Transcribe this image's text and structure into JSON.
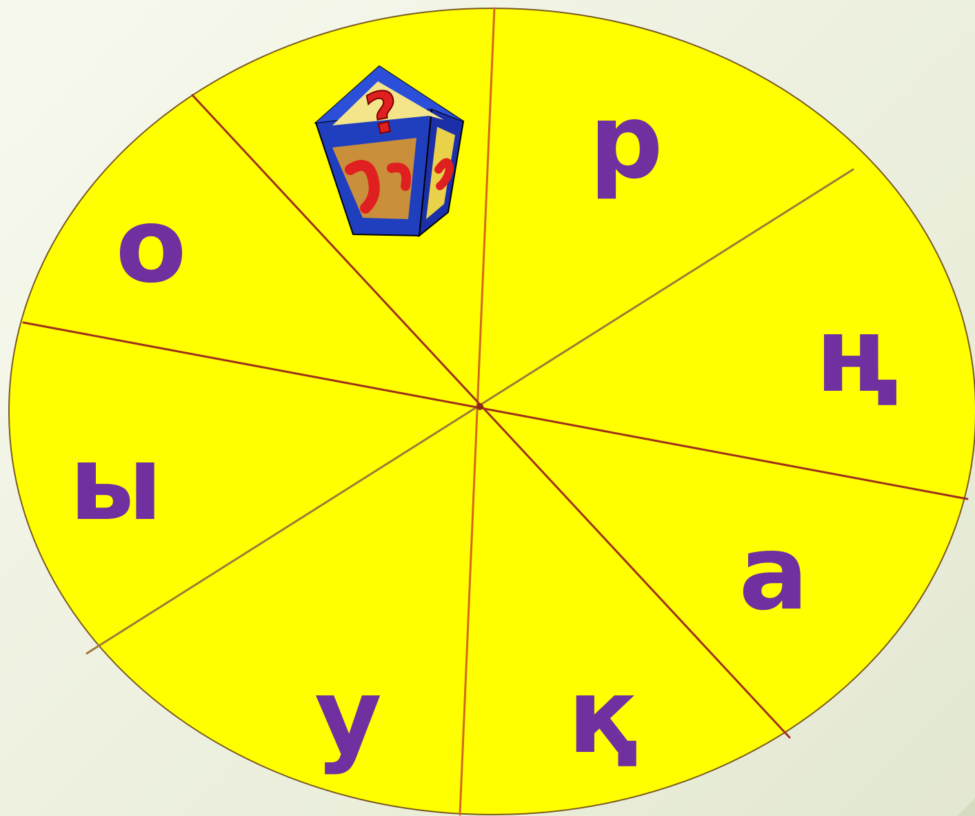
{
  "wheel": {
    "fill": "#ffff00",
    "border": "#7a5a20",
    "divider_color": "#a0301a",
    "letter_color": "#7030a0",
    "sectors": [
      {
        "id": "p",
        "label": "р"
      },
      {
        "id": "ng",
        "label": "ң"
      },
      {
        "id": "a",
        "label": "а"
      },
      {
        "id": "q",
        "label": "қ"
      },
      {
        "id": "u",
        "label": "у"
      },
      {
        "id": "y",
        "label": "ы"
      },
      {
        "id": "o",
        "label": "о"
      }
    ],
    "mystery_box": {
      "icon": "question-cube-icon",
      "glyph": "?",
      "face_color": "#1f3fbf",
      "mark_color": "#e02020"
    }
  }
}
